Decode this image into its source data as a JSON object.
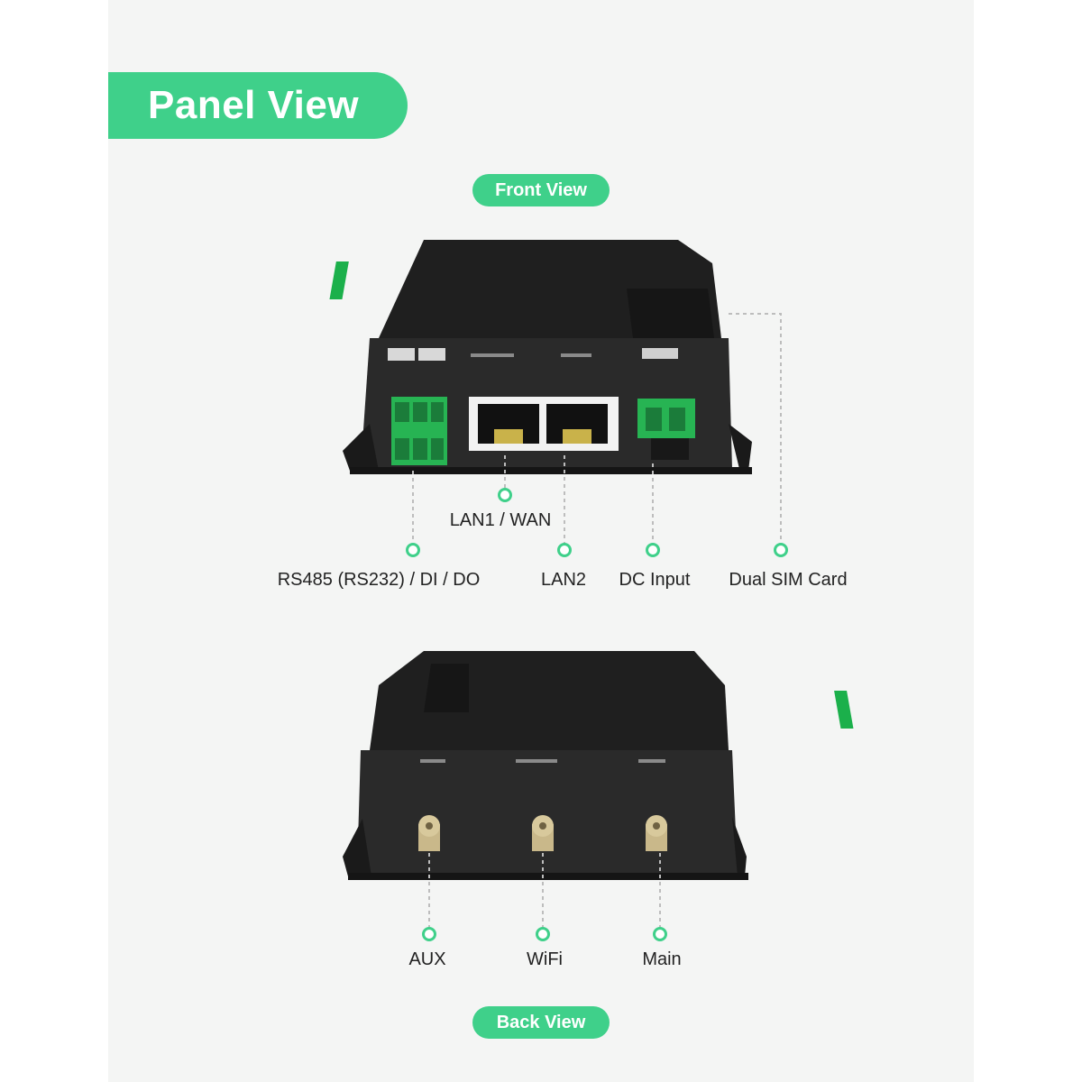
{
  "header": {
    "title": "Panel View"
  },
  "front": {
    "pill": "Front View",
    "labels": {
      "rs485": "RS485 (RS232) / DI / DO",
      "lan1": "LAN1 / WAN",
      "lan2": "LAN2",
      "dc": "DC Input",
      "sim": "Dual SIM Card"
    }
  },
  "back": {
    "pill": "Back View",
    "labels": {
      "aux": "AUX",
      "wifi": "WiFi",
      "main": "Main"
    }
  },
  "colors": {
    "accent": "#3fd08a",
    "device": "#262626",
    "background": "#f4f5f4"
  }
}
